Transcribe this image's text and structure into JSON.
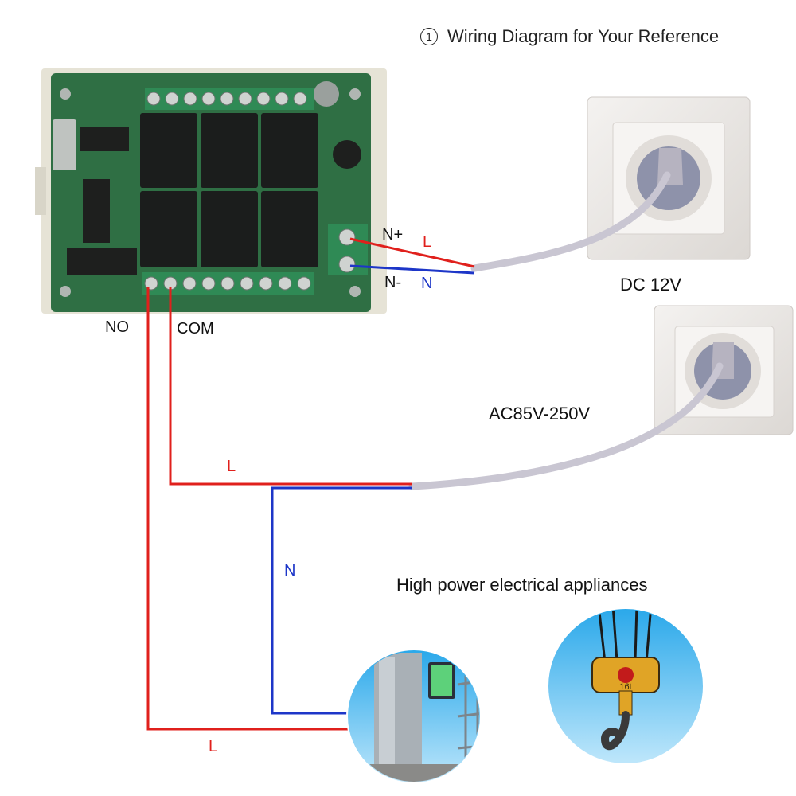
{
  "title": {
    "number": "1",
    "text": "Wiring Diagram for Your Reference"
  },
  "module": {
    "terminals": {
      "n_plus": "N+",
      "n_minus": "N-",
      "no": "NO",
      "com": "COM"
    }
  },
  "wires": {
    "dc_l": "L",
    "dc_n": "N",
    "ac_l": "L",
    "ac_n": "N",
    "load_l": "L"
  },
  "sources": {
    "dc": "DC 12V",
    "ac": "AC85V-250V"
  },
  "appliances": {
    "heading": "High power electrical appliances",
    "hook_mark": "16t"
  },
  "colors": {
    "live": "#e0201c",
    "neutral": "#1d36c8",
    "cable": "#c9c6d2",
    "pcb": "#2f6f44",
    "wall": "#ece9e6",
    "sky": "#3fb6ef"
  }
}
